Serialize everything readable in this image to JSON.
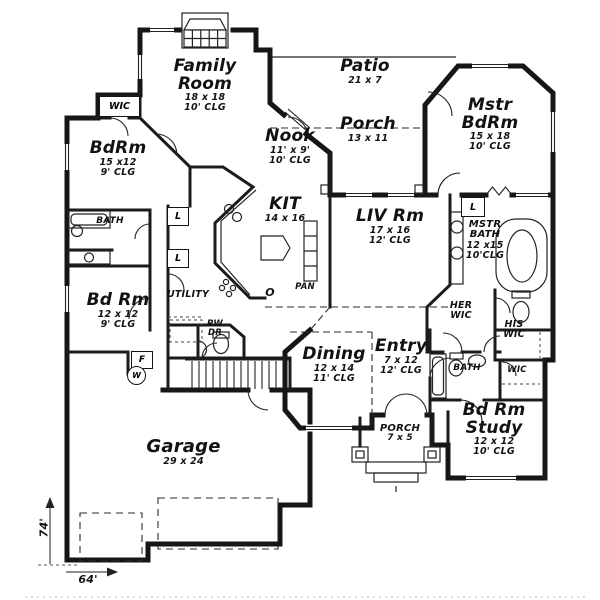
{
  "plan": {
    "rooms": {
      "family_room": {
        "name": "Family Room",
        "size": "18 x 18",
        "ceiling": "10' CLG"
      },
      "patio": {
        "name": "Patio",
        "size": "21 x 7"
      },
      "back_porch": {
        "name": "Porch",
        "size": "13 x 11"
      },
      "master_bedroom": {
        "name": "Mstr BdRm",
        "size": "15 x 18",
        "ceiling": "10' CLG"
      },
      "bedroom_front": {
        "name": "BdRm",
        "size": "15 x12",
        "ceiling": "9' CLG"
      },
      "nook": {
        "name": "Nook",
        "size": "11' x 9'",
        "ceiling": "10' CLG"
      },
      "kitchen": {
        "name": "KIT",
        "size": "14 x 16"
      },
      "living_room": {
        "name": "LIV Rm",
        "size": "17 x 16",
        "ceiling": "12' CLG"
      },
      "bedroom_rear": {
        "name": "Bd Rm",
        "size": "12 x 12",
        "ceiling": "9' CLG"
      },
      "master_bath": {
        "name": "MSTR BATH",
        "size": "12 x15",
        "ceiling": "10'CLG"
      },
      "dining": {
        "name": "Dining",
        "size": "12 x 14",
        "ceiling": "11' CLG"
      },
      "entry": {
        "name": "Entry",
        "size": "7 x 12",
        "ceiling": "12' CLG"
      },
      "bedroom_study": {
        "name": "Bd Rm Study",
        "size": "12 x 12",
        "ceiling": "10' CLG"
      },
      "front_porch": {
        "name": "PORCH",
        "size": "7 x 5"
      },
      "garage": {
        "name": "Garage",
        "size": "29 x 24"
      }
    },
    "labels": {
      "wic": "WIC",
      "bath": "BATH",
      "closet": "L",
      "utility": "UTILITY",
      "powder": "PW DR",
      "furnace": "F",
      "washer": "W",
      "pantry": "PAN",
      "oven": "O",
      "her_wic": "HER WIC",
      "his_wic": "HIS WIC"
    },
    "dimensions": {
      "height": "74'",
      "width": "64'"
    },
    "colors": {
      "wall": "#161616",
      "background": "#ffffff"
    }
  }
}
